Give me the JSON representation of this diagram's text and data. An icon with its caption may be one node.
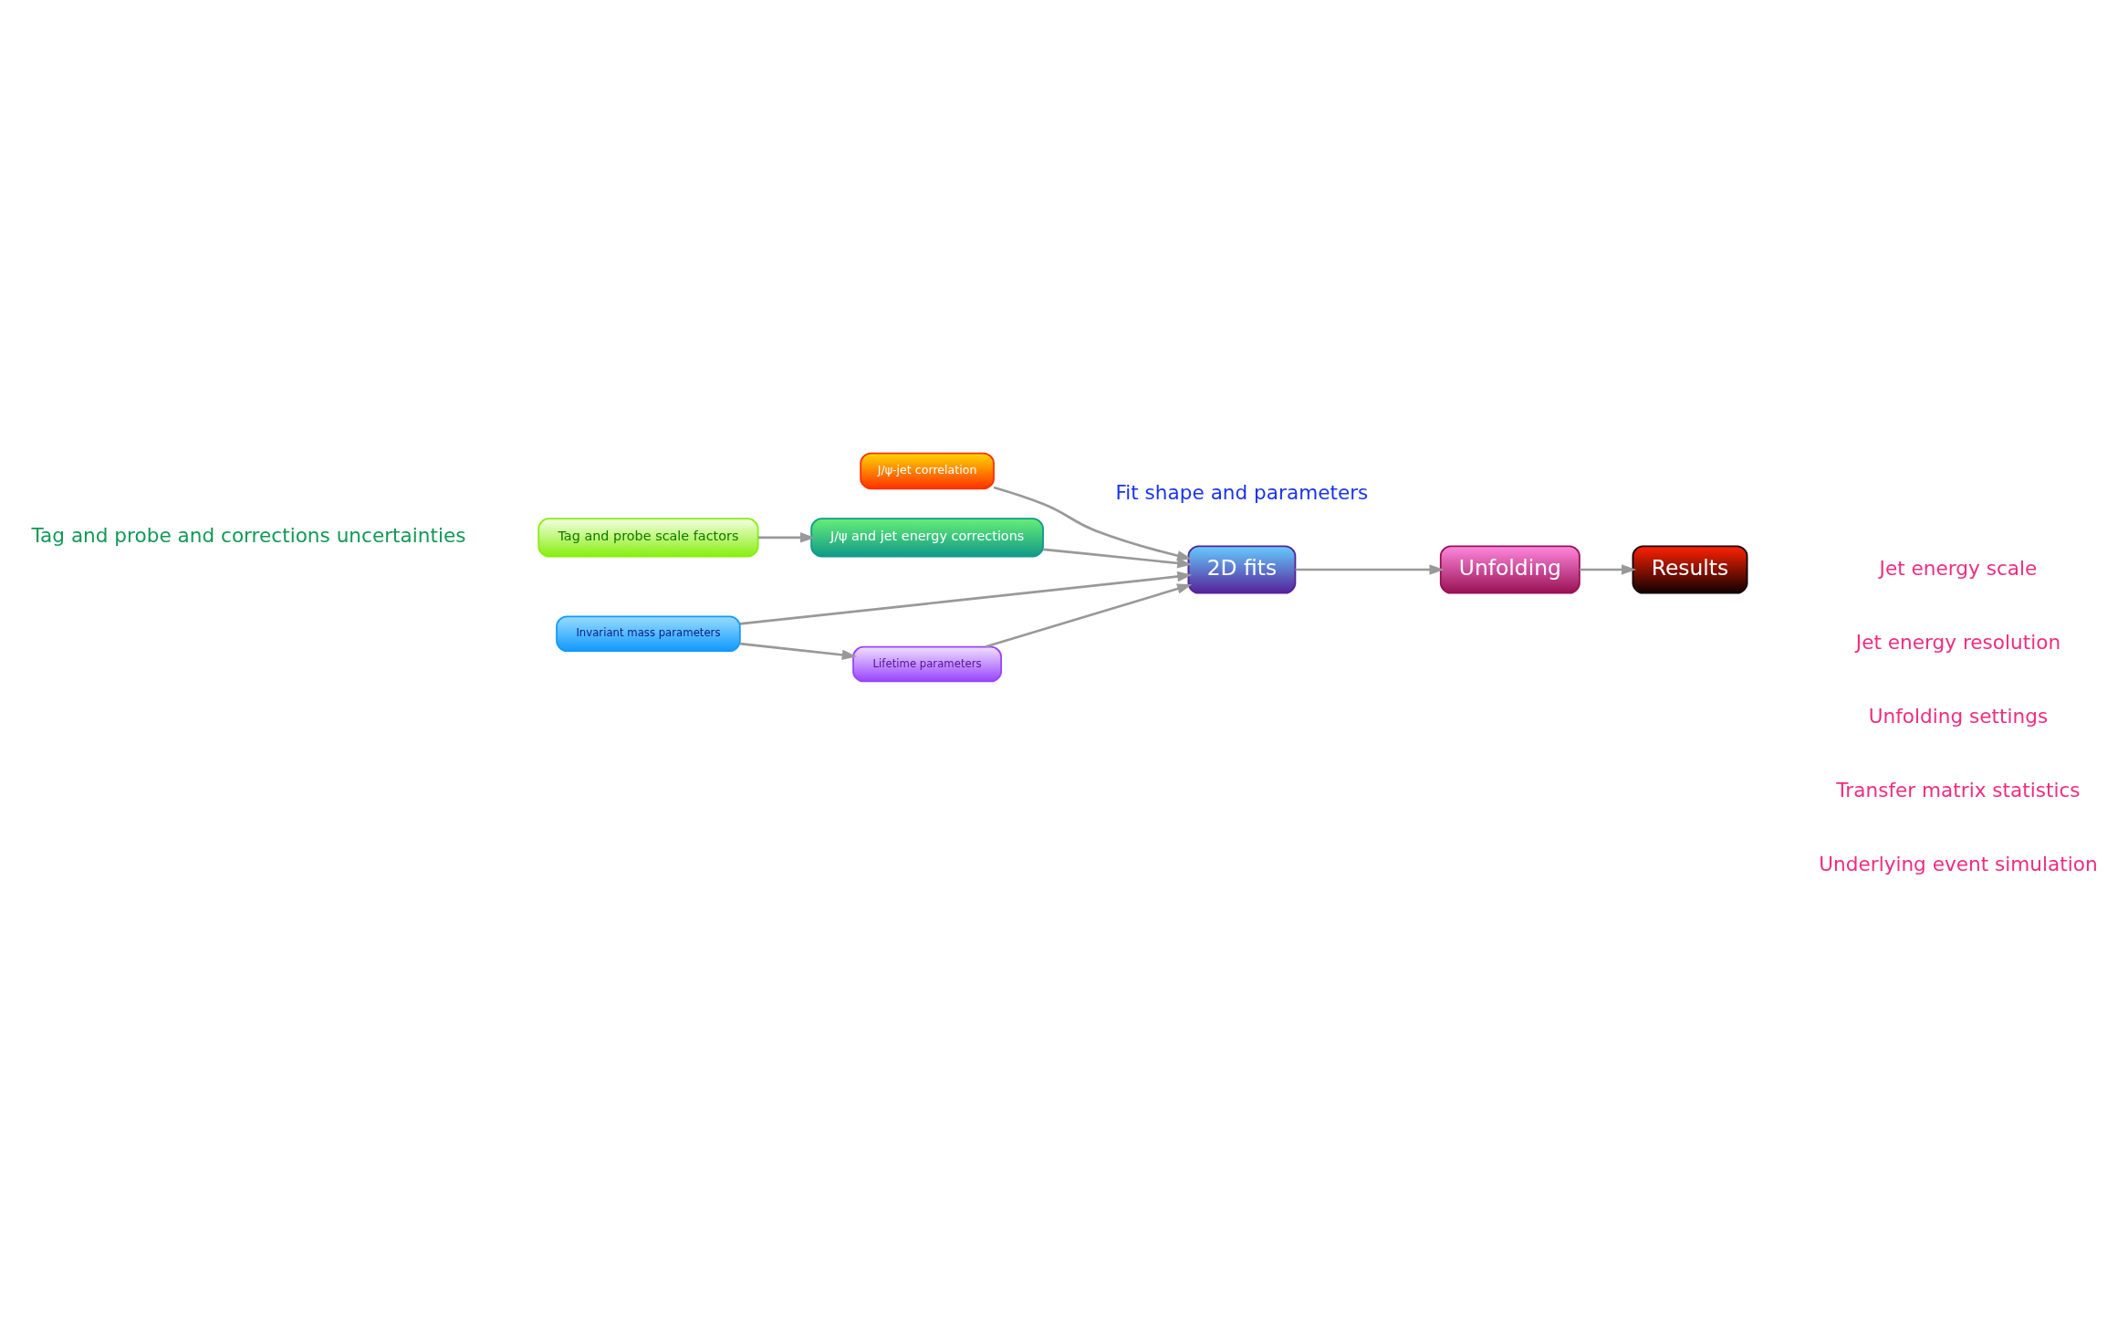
{
  "diagram": {
    "nodes": [
      {
        "text": [
          "J/ψ-jet correlation"
        ]
      },
      {
        "text": [
          "J/ψ and jet energy corrections"
        ]
      },
      {
        "text": [
          "Tag and probe scale factors"
        ]
      },
      {
        "text": [
          "2D fits"
        ]
      },
      {
        "text": [
          "Invariant mass parameters"
        ]
      },
      {
        "text": [
          "Lifetime parameters"
        ]
      },
      {
        "text": [
          "Unfolding"
        ]
      },
      {
        "text": [
          "Results"
        ]
      }
    ],
    "edges": [
      {
        "from": 0,
        "to": 3,
        "arrow": "to"
      },
      {
        "from": 1,
        "to": 3,
        "arrow": "to"
      },
      {
        "from": 2,
        "to": 1,
        "arrow": "to"
      },
      {
        "from": 4,
        "to": 3,
        "arrow": "to"
      },
      {
        "from": 4,
        "to": 5,
        "arrow": "to"
      },
      {
        "from": 5,
        "to": 3,
        "arrow": "to"
      },
      {
        "from": 3,
        "to": 6,
        "arrow": "to"
      },
      {
        "from": 6,
        "to": 7,
        "arrow": "to"
      }
    ],
    "labels": [
      "Fit shape and parameters",
      "Tag and probe and corrections uncertainties",
      "Jet energy scale",
      "Jet energy resolution",
      "Unfolding settings",
      "Transfer matrix statistics",
      "Underlying event simulation"
    ]
  }
}
